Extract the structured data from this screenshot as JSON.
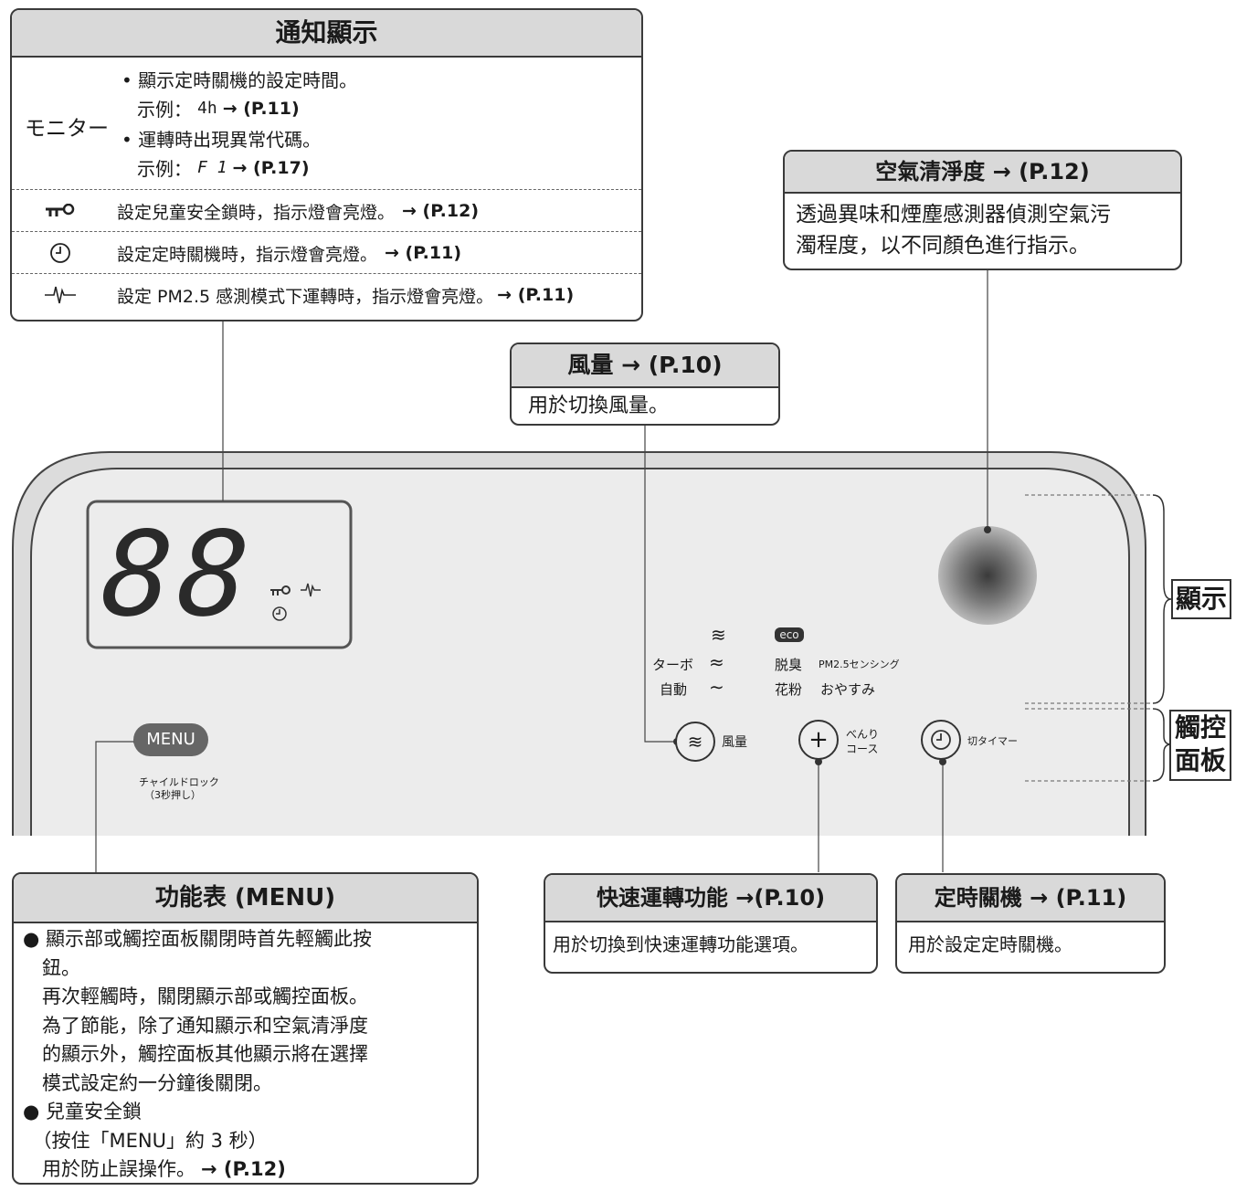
{
  "notification": {
    "title": "通知顯示",
    "monitor_label": "モニター",
    "monitor_lines": [
      "• 顯示定時關機的設定時間。",
      "示例：",
      "• 運轉時出現異常代碼。",
      "示例："
    ],
    "example1_seg": "4h",
    "example1_ref": "→ (P.11)",
    "example2_seg": "F 1",
    "example2_ref": "→ (P.17)",
    "lock_text": "設定兒童安全鎖時，指示燈會亮燈。",
    "lock_ref": "→ (P.12)",
    "timer_text": "設定定時關機時，指示燈會亮燈。",
    "timer_ref": "→ (P.11)",
    "pm_text": "設定 PM2.5 感測模式下運轉時，指示燈會亮燈。",
    "pm_ref": "→ (P.11)"
  },
  "air_purity": {
    "title": "空氣清淨度 → (P.12)",
    "line1": "透過異味和煙塵感測器偵測空氣污",
    "line2": "濁程度，以不同顏色進行指示。"
  },
  "airflow": {
    "title": "風量 → (P.10)",
    "body": "用於切換風量。"
  },
  "panel": {
    "display_digits": "88",
    "mode_labels": {
      "turbo": "ターボ",
      "auto": "自動",
      "eco": "eco",
      "deodor": "脱臭",
      "pm_sensing": "PM2.5センシング",
      "pollen": "花粉",
      "sleep": "おやすみ"
    },
    "menu_label": "MENU",
    "child_lock_line1": "チャイルドロック",
    "child_lock_line2": "（3秒押し）",
    "airflow_btn_label": "風量",
    "course_btn_line1": "べんり",
    "course_btn_line2": "コース",
    "timer_btn_label": "切タイマー"
  },
  "side_labels": {
    "display": "顯示",
    "touch_line1": "觸控",
    "touch_line2": "面板"
  },
  "menu_box": {
    "title": "功能表 (MENU)",
    "lines": [
      "● 顯示部或觸控面板關閉時首先輕觸此按",
      "　鈕。",
      "　再次輕觸時，關閉顯示部或觸控面板。",
      "　為了節能，除了通知顯示和空氣清淨度",
      "　的顯示外，觸控面板其他顯示將在選擇",
      "　模式設定約一分鐘後關閉。",
      "● 兒童安全鎖",
      "　（按住「MENU」約 3 秒）",
      "　用於防止誤操作。"
    ],
    "ref": "→ (P.12)"
  },
  "quick": {
    "title": "快速運轉功能 →(P.10)",
    "body": "用於切換到快速運轉功能選項。"
  },
  "timer_box": {
    "title": "定時關機 → (P.11)",
    "body": "用於設定定時關機。"
  }
}
